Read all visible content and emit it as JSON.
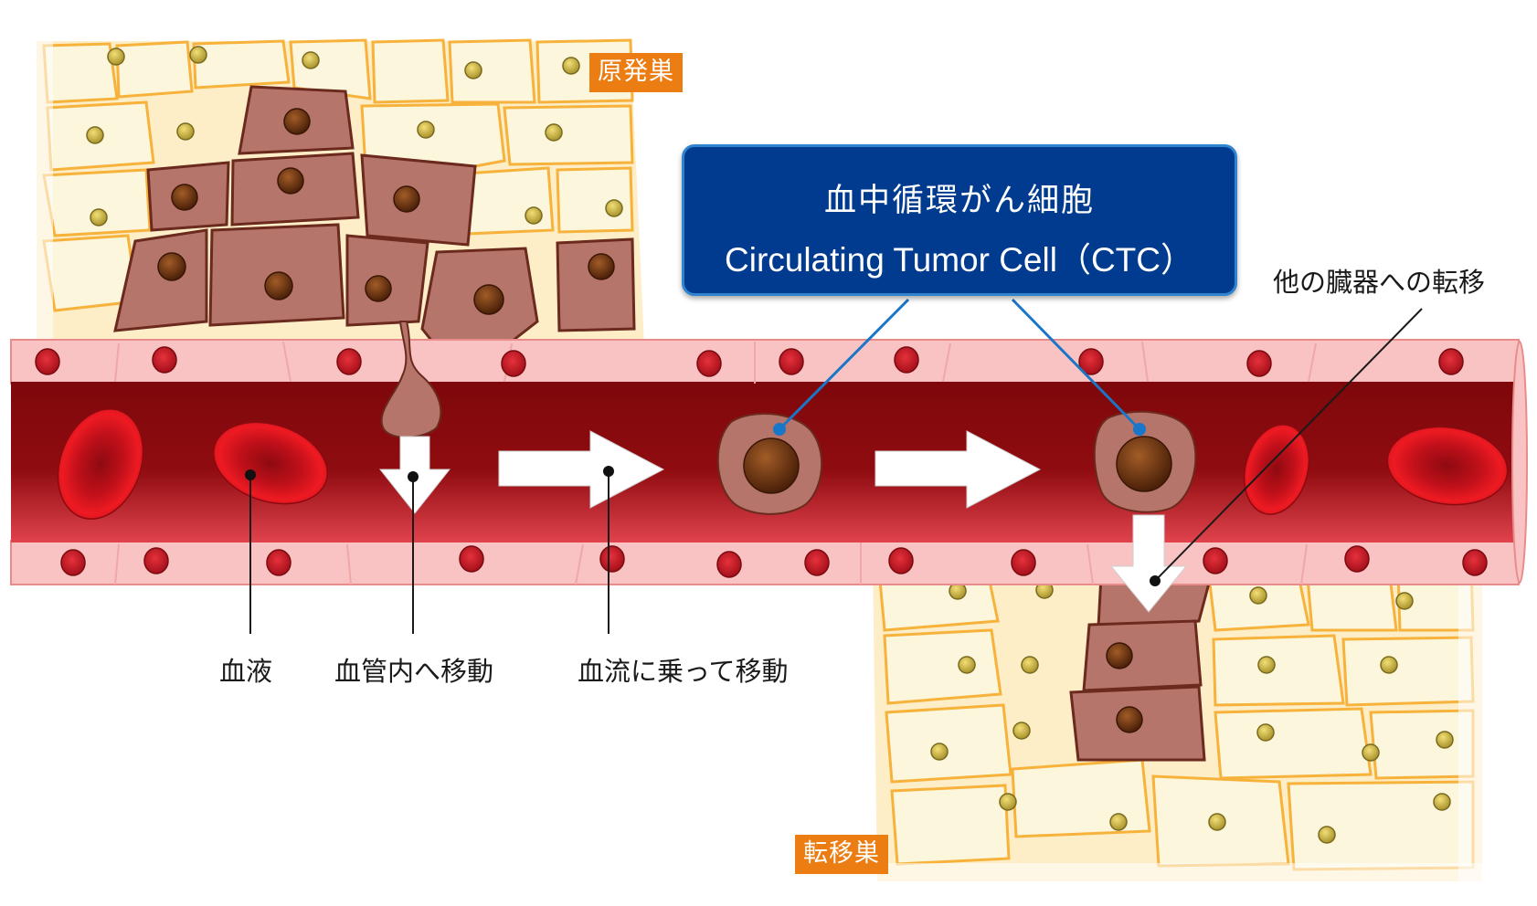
{
  "labels": {
    "primary_tumor": "原発巣",
    "metastasis": "転移巣",
    "ctc_title_jp": "血中循環がん細胞",
    "ctc_title_en": "Circulating Tumor Cell（CTC）",
    "other_organs": "他の臓器への転移",
    "blood": "血液",
    "intravasation": "血管内へ移動",
    "bloodstream": "血流に乗って移動"
  },
  "colors": {
    "tissue_bg": "#fdeec7",
    "tissue_outline": "#f7b23b",
    "tumor_cell": "#b5756a",
    "tumor_outline": "#6b2a1d",
    "vessel_wall": "#f9c3c3",
    "vessel_lumen": "#8b0b0e",
    "red_cell": "#d8121b",
    "label_bg": "#ec7d12",
    "ctc_box": "#013b8f"
  }
}
